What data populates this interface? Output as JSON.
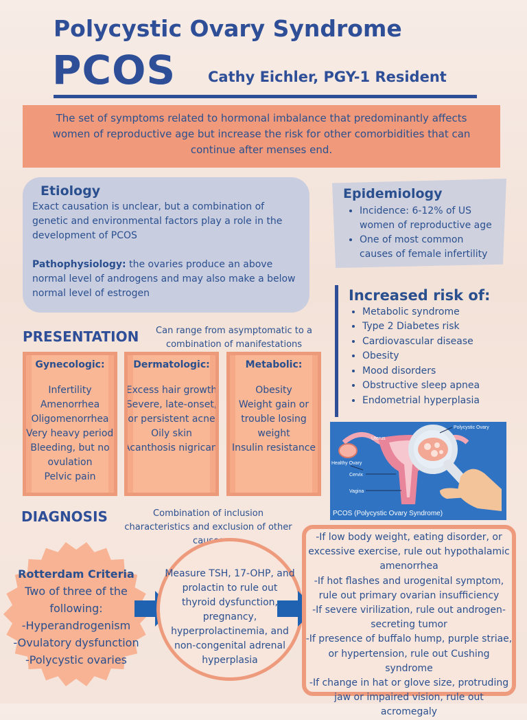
{
  "header": {
    "title": "Polycystic Ovary Syndrome",
    "acronym": "PCOS",
    "author": "Cathy Eichler, PGY-1 Resident"
  },
  "summary": "The set of symptoms related to hormonal imbalance that predominantly affects women of reproductive age but increase the risk for other comorbidities that can continue after menses end.",
  "etiology": {
    "heading": "Etiology",
    "text": "Exact causation is unclear, but a combination of genetic and environmental factors play a role in the development of PCOS",
    "patho_label": "Pathophysiology:",
    "patho_text": " the ovaries produce an above normal level of androgens and may also make a below normal level of estrogen"
  },
  "epidemiology": {
    "heading": "Epidemiology",
    "items": [
      "Incidence: 6-12% of US women of reproductive age",
      "One of most common causes of female infertility"
    ]
  },
  "risk": {
    "heading": "Increased risk of:",
    "items": [
      "Metabolic syndrome",
      "Type 2 Diabetes risk",
      "Cardiovascular disease",
      "Obesity",
      "Mood disorders",
      "Obstructive sleep apnea",
      "Endometrial hyperplasia"
    ]
  },
  "presentation": {
    "heading": "PRESENTATION",
    "note": "Can range from asymptomatic to a combination of manifestations",
    "cards": [
      {
        "title": "Gynecologic:",
        "lines": [
          "Infertility",
          "Amenorrhea",
          "Oligomenorrhea",
          "Very heavy periods",
          "Bleeding, but no",
          "ovulation",
          "Pelvic pain"
        ]
      },
      {
        "title": "Dermatologic:",
        "lines": [
          "Excess hair growth",
          "Severe, late-onset,",
          "or persistent acne",
          "Oily skin",
          "Acanthosis nigricans"
        ]
      },
      {
        "title": "Metabolic:",
        "lines": [
          "Obesity",
          "Weight gain or",
          "trouble losing",
          "weight",
          "Insulin resistance"
        ]
      }
    ]
  },
  "image": {
    "caption": "PCOS (Polycystic Ovary Syndrome)",
    "labels": {
      "polycystic": "Polycystic Ovary",
      "uterus": "Uterus",
      "healthy": "Healthy Ovary",
      "cervix": "Cervix",
      "vagina": "Vagina"
    }
  },
  "diagnosis": {
    "heading": "DIAGNOSIS",
    "note": "Combination of inclusion characteristics and exclusion of other causes",
    "rotterdam_title": "Rotterdam Criteria",
    "rotterdam_lines": [
      "Two of three of the",
      "following:",
      "-Hyperandrogenism",
      "-Ovulatory dysfunction",
      "-Polycystic ovaries"
    ],
    "measure": "Measure TSH, 17-OHP, and prolactin to rule out thyroid dysfunction, pregnancy, hyperprolactinemia, and non-congenital adrenal hyperplasia",
    "exclusions": [
      "-If low body weight, eating disorder, or excessive exercise, rule out hypothalamic amenorrhea",
      "-If hot flashes and urogenital symptom, rule out primary ovarian insufficiency",
      "-If severe virilization, rule out androgen-secreting tumor",
      "-If presence of buffalo hump, purple striae, or hypertension, rule out Cushing syndrome",
      "-If change in hat or glove size, protruding jaw or impaired vision, rule out acromegaly"
    ]
  }
}
